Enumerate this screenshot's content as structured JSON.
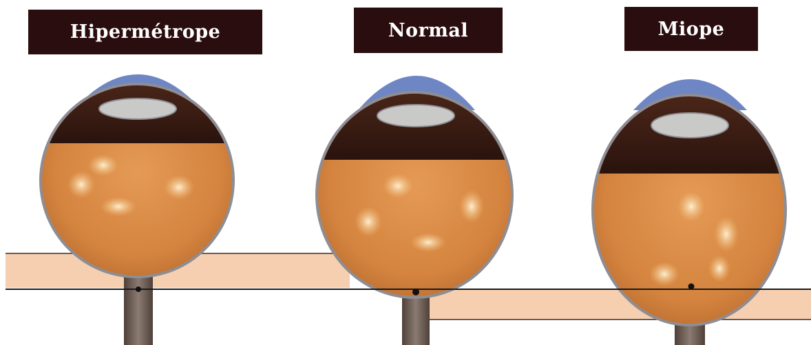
{
  "labels": {
    "hyperopia": "Hipermétrope",
    "normal": "Normal",
    "myopia": "Miope"
  },
  "colors": {
    "label_background": "#2a0d0e",
    "label_text": "#ffffff",
    "cornea": "#6f86c4",
    "iris": "#3a1d14",
    "vitreous": "#d98b45",
    "sclera_rim": "#8e8d93",
    "lens": "#c9cac7",
    "nerve": "#6b5a52",
    "light_band": "#f6cfb0",
    "focus_line": "#1a1a1a"
  },
  "diagram": {
    "eyes": [
      "hyperopia-eye",
      "normal-eye",
      "myopia-eye"
    ]
  }
}
